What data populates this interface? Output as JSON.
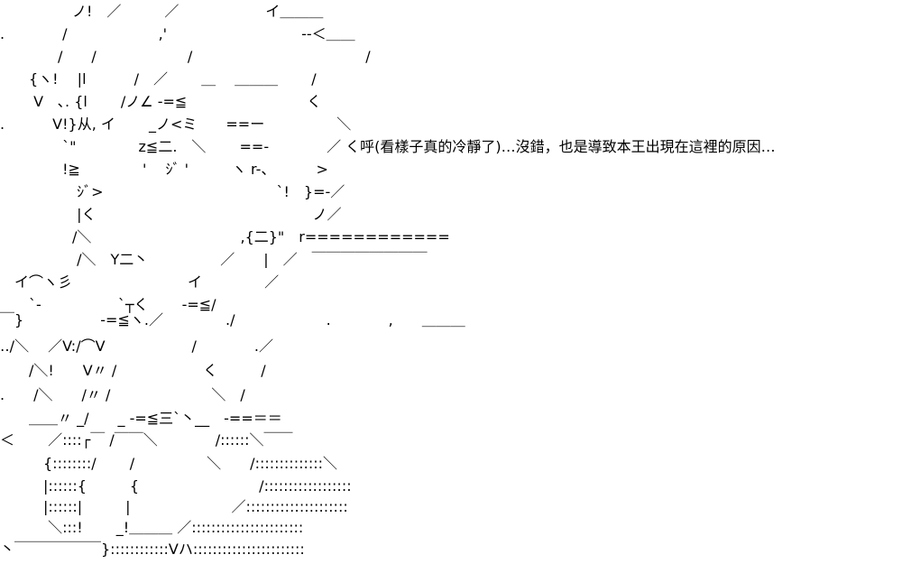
{
  "ascii_art": {
    "lines": [
      "　　　　　ノ!　／　　　／　　　　　　イ＿＿＿",
      ".　　　　/　　　　　　 ,'　　　　　　　　　 --＜＿＿",
      "　　　　/　　/　　　　　　 /　　　　　　　　　　　　/",
      "　　{ヽ!　 |l　　　 /　／　　 ＿　 ＿＿＿　　 /",
      "　　 V　､. {l　　 /ノ∠ -=≦　　　　　　　　 く",
      ".　　　 V!}从, イ　　 _ノ<ミ　　==ー　　　　　＼",
      "　　　　 `\"　　　　 z≦二.　＼　　 ==-　　　　／ く呼(看樣子真的冷靜了)…沒錯，也是導致本王出現在這裡的原因…",
      "　　　　 !≧　　　　 '　 ｼﾞ '　　　ヽ r-、　　　 >",
      "　　　　　 ｼﾞ>　　　　　　　　　　　　`!　}=-／",
      "　　　　　 |く　　　　　　　　　　　　　　　ノ／",
      "　　　　　/＼　　　　　　　　　　 ,{二}\"　r============",
      "　　　　　 /＼　Y二丶　　　　　／　　|　／　￣￣￣￣￣￣￣￣",
      "　イ⌒ヽ彡　　　　　　　　イ　　　　 ／",
      "　　`-　　　　　 `┬く　　 -=≦/",
      "￣}　　　　　 -=≦ヽ.／　　　　 ./　　　　　　 .　　　　,　　＿＿＿",
      "‥/＼　 ／V:/⌒V　　　　　　/　　　　.／",
      "　　/＼!　　V〃 /　　　　　　く　　　/",
      ".　　/＼　　/〃 /　　　　　　　＼　/",
      "　　＿＿〃 _/　　_ -=≦三`丶__　-==＝＝",
      "＜　　 ／::::┌￣ /￣￣＼　　　　/::::::＼￣￣",
      "　　　{::::::::/　　 /　　　　　＼　　/::::::::::::::＼",
      "　　　|::::::{　　　{　　　　　　　　 /::::::::::::::::::",
      "　　　|::::::|　　　|　　　　　　　／:::::::::::::::::::::",
      "　　　 ＼:::!　　 _!＿＿＿ ／:::::::::::::::::::::::",
      "丶￣￣￣￣￣￣}::::::::::::Vハ:::::::::::::::::::::::"
    ]
  }
}
